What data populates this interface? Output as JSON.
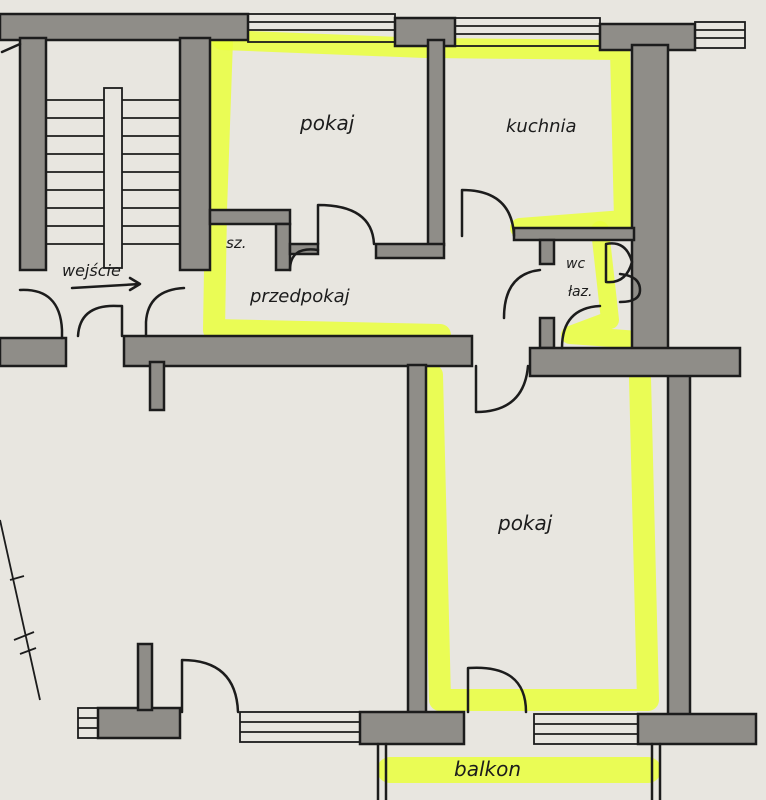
{
  "plan": {
    "rooms": {
      "room_top": "pokaj",
      "kitchen": "kuchnia",
      "hall": "przedpokaj",
      "closet": "sz.",
      "entrance": "wejście",
      "wc": "wc",
      "bath": "łaz.",
      "room_bottom": "pokaj",
      "balcony": "balkon"
    },
    "colors": {
      "highlight": "#eaff3c",
      "wall": "#8f8d88",
      "ink": "#1c1c1c",
      "paper": "#e8e6e0"
    }
  }
}
